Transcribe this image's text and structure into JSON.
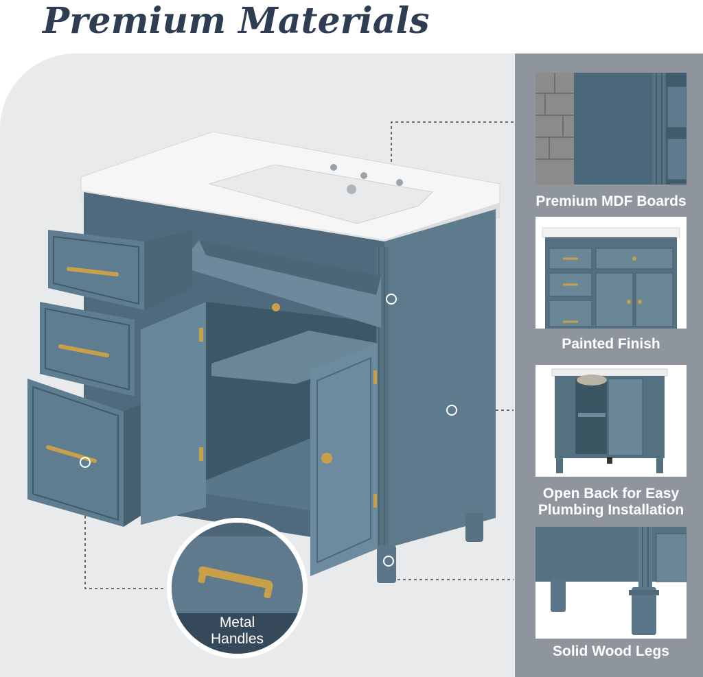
{
  "title": "Premium Materials",
  "features": [
    {
      "label": "Premium MDF Boards",
      "icon": "mdf-board-closeup"
    },
    {
      "label": "Painted Finish",
      "icon": "vanity-front-view"
    },
    {
      "label": "Open Back for Easy Plumbing Installation",
      "icon": "vanity-back-view"
    },
    {
      "label": "Solid Wood Legs",
      "icon": "wood-leg-closeup"
    }
  ],
  "zoom": {
    "line1": "Metal",
    "line2": "Handles"
  },
  "colors": {
    "title": "#2f3d52",
    "cabinet": "#587486",
    "panel": "#8f959d",
    "background": "#e9eaec",
    "gold": "#c9a04a"
  }
}
